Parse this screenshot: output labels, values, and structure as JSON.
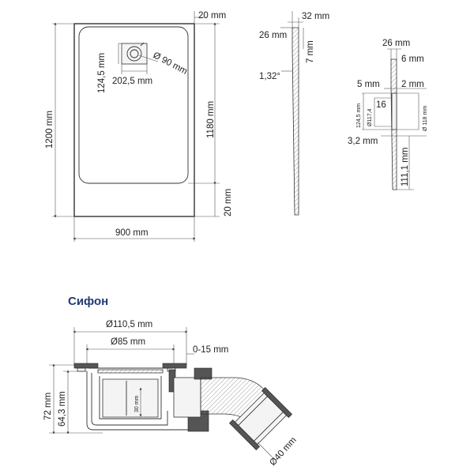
{
  "tray": {
    "width": "900 mm",
    "height": "1200 mm",
    "inner_height": "1180 mm",
    "rim_top": "20 mm",
    "rim_bottom": "20 mm",
    "drain_offset_y": "124,5 mm",
    "drain_offset_x": "202,5 mm",
    "drain_diameter": "Ø 90 mm"
  },
  "profile": {
    "top_width": "32 mm",
    "edge_height": "26 mm",
    "slope_drop": "7 mm",
    "slope_angle": "1,32°"
  },
  "detail": {
    "thickness": "26 mm",
    "top_offset": "6 mm",
    "lip": "5 mm",
    "gap": "2 mm",
    "depth": "16",
    "small_124": "124,5 mm",
    "small_117": "Ø117,4",
    "diameter_118": "Ø 118 mm",
    "bottom_offset": "3,2 mm",
    "distance_111": "111,1 mm"
  },
  "siphon": {
    "title": "Сифон",
    "outer_diameter": "Ø110,5 mm",
    "inner_diameter": "Ø85 mm",
    "adjust_range": "0-15 mm",
    "total_height": "72 mm",
    "body_height": "64,3 mm",
    "water_seal": "30 mm",
    "outlet_diameter": "Ø40 mm"
  }
}
